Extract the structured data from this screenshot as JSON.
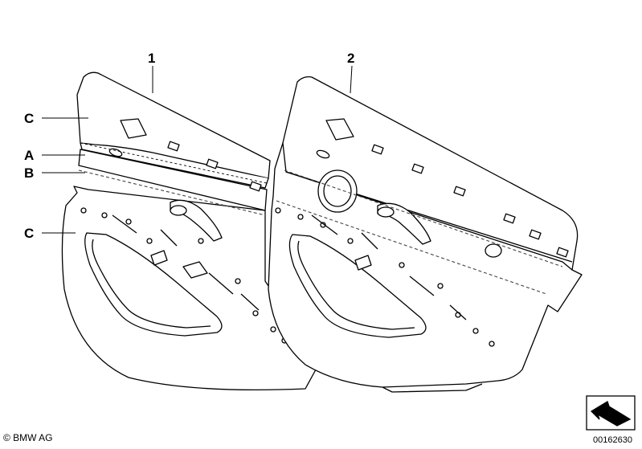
{
  "callouts": {
    "part1": "1",
    "part2": "2",
    "c_top": "C",
    "a": "A",
    "b": "B",
    "c_bottom": "C"
  },
  "footer": {
    "copyright": "© BMW AG",
    "doc_number": "00162630"
  },
  "icons": {
    "orientation": "arrow-icon"
  },
  "colors": {
    "line": "#000000",
    "panel": "#ffffff",
    "stitch": "#444444"
  }
}
